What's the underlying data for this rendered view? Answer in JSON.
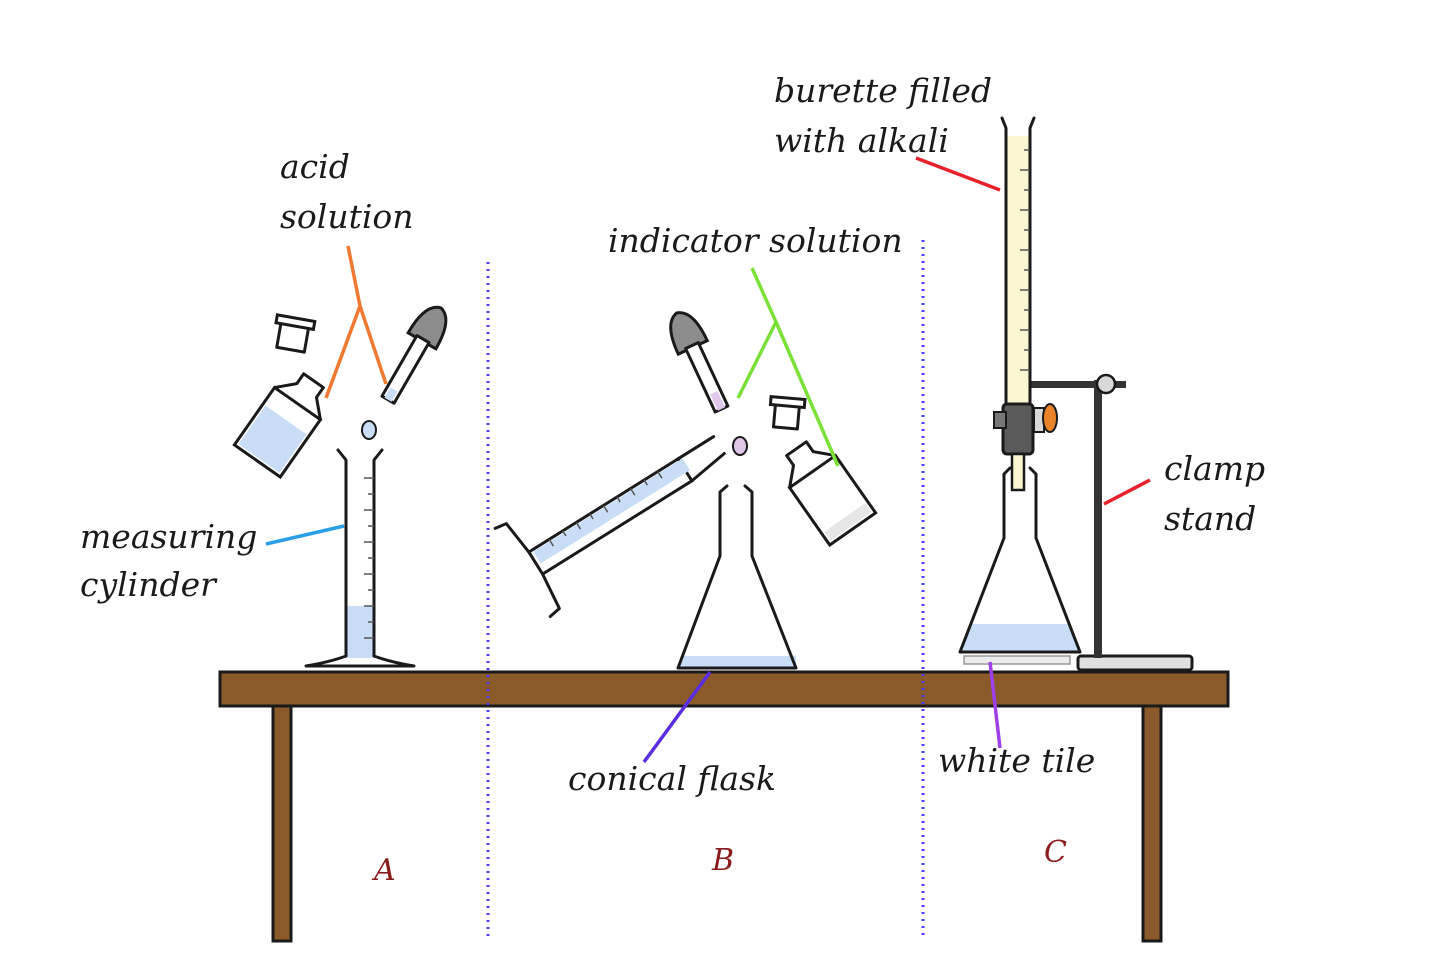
{
  "labels": {
    "acid_line1": "acid",
    "acid_line2": "solution",
    "measuring_line1": "measuring",
    "measuring_line2": "cylinder",
    "indicator": "indicator solution",
    "burette_line1": "burette filled",
    "burette_line2": "with alkali",
    "clamp_line1": "clamp",
    "clamp_line2": "stand",
    "conical_flask": "conical flask",
    "white_tile": "white tile"
  },
  "sections": {
    "a": "A",
    "b": "B",
    "c": "C"
  },
  "colors": {
    "acid_pointer": "#f07830",
    "measuring_pointer": "#2a9fe8",
    "indicator_pointer": "#7be038",
    "burette_pointer": "#e8202a",
    "clamp_pointer": "#e8202a",
    "flask_pointer": "#5a2ee0",
    "tile_pointer": "#a040e8",
    "divider": "#4a3cf0",
    "bench": "#8b5a2b",
    "liquid": "#c9def6",
    "alkali": "#fbf6d2",
    "section_letters": "#8b1c1c"
  }
}
